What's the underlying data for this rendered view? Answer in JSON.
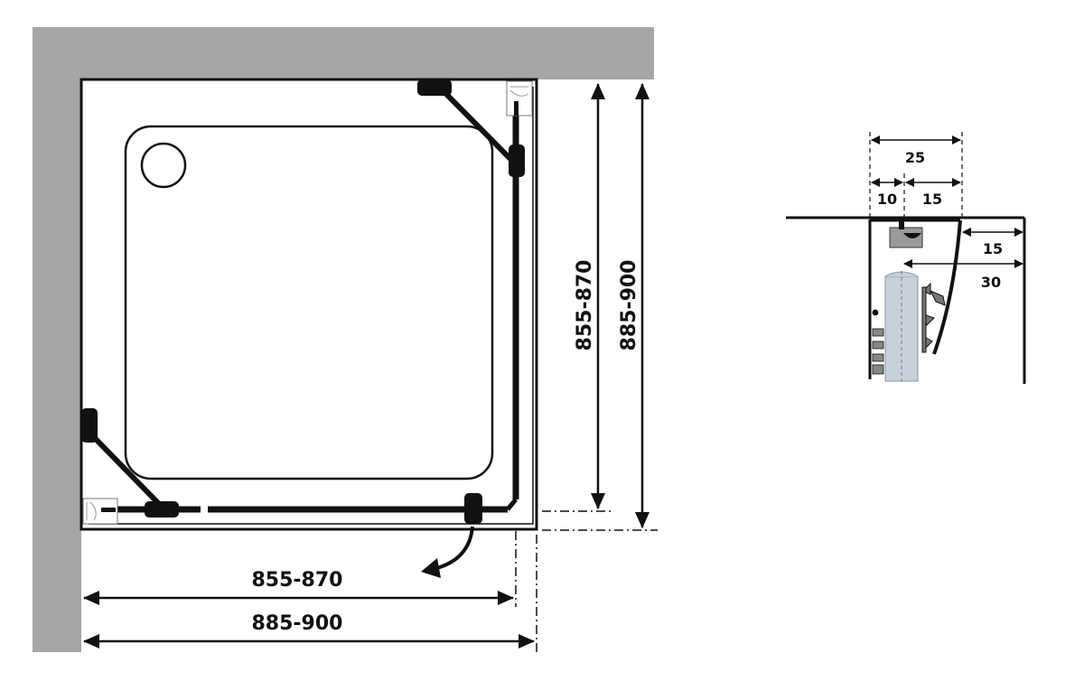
{
  "colors": {
    "wall": "#a6a6a6",
    "ink": "#111111",
    "glass": "#c8d0dc",
    "paper": "#ffffff"
  },
  "plan": {
    "width_inner": "855-870",
    "width_outer": "885-900",
    "depth_inner": "855-870",
    "depth_outer": "885-900"
  },
  "detail": {
    "total_top": "25",
    "left_part": "10",
    "right_part": "15",
    "side_small": "15",
    "side_large": "30"
  }
}
